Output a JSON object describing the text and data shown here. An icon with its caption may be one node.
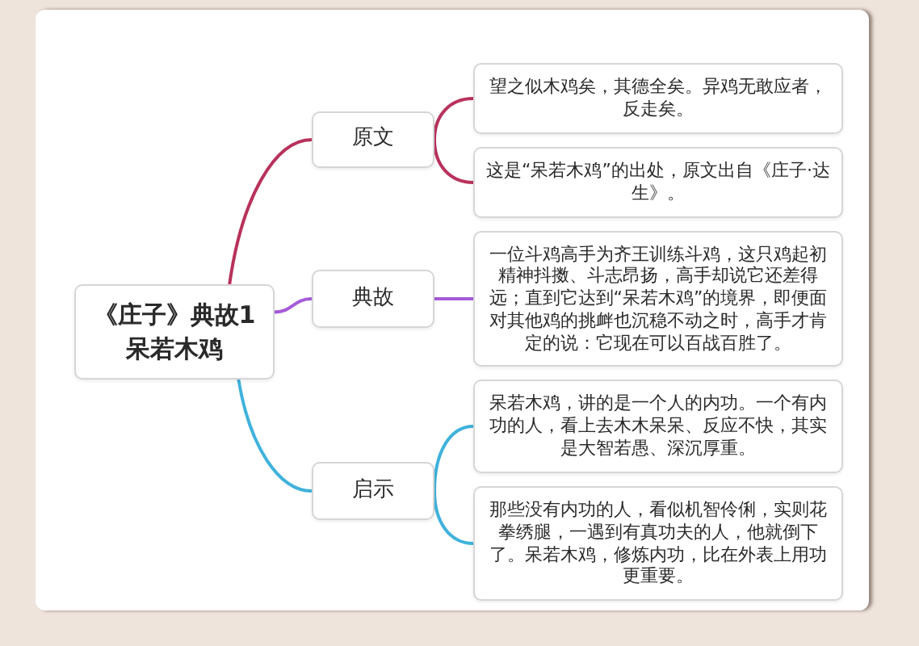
{
  "diagram": {
    "nodes": [
      {
        "text": [
          "《庄子》典故1",
          "呆若木鸡"
        ]
      },
      {
        "text": [
          "原文"
        ]
      },
      {
        "text": [
          "望之似木鸡矣，其德全矣。异鸡无敢应者，反走矣。"
        ]
      },
      {
        "text": [
          "这是“呆若木鸡”的出处，原文出自《庄子·达生》。"
        ]
      },
      {
        "text": [
          "典故"
        ]
      },
      {
        "text": [
          "一位斗鸡高手为齐王训练斗鸡，这只鸡起初精神抖擞、斗志昂扬，高手却说它还差得远；直到它达到“呆若木鸡”的境界，即便面对其他鸡的挑衅也沉稳不动之时，高手才肯定的说：它现在可以百战百胜了。"
        ]
      },
      {
        "text": [
          "启示"
        ]
      },
      {
        "text": [
          "呆若木鸡，讲的是一个人的内功。一个有内功的人，看上去木木呆呆、反应不快，其实是大智若愚、深沉厚重。"
        ]
      },
      {
        "text": [
          "那些没有内功的人，看似机智伶俐，实则花拳绣腿，一遇到有真功夫的人，他就倒下了。呆若木鸡，修炼内功，比在外表上用功更重要。"
        ]
      }
    ],
    "edges": [
      {
        "from": 0,
        "to": 1,
        "arrow": "none",
        "color": "#b8325c"
      },
      {
        "from": 1,
        "to": 2,
        "arrow": "none",
        "color": "#b8325c"
      },
      {
        "from": 1,
        "to": 3,
        "arrow": "none",
        "color": "#b8325c"
      },
      {
        "from": 0,
        "to": 4,
        "arrow": "none",
        "color": "#a55bd9"
      },
      {
        "from": 4,
        "to": 5,
        "arrow": "none",
        "color": "#a55bd9"
      },
      {
        "from": 0,
        "to": 6,
        "arrow": "none",
        "color": "#3fb2dc"
      },
      {
        "from": 6,
        "to": 7,
        "arrow": "none",
        "color": "#3fb2dc"
      },
      {
        "from": 6,
        "to": 8,
        "arrow": "none",
        "color": "#3fb2dc"
      }
    ]
  }
}
